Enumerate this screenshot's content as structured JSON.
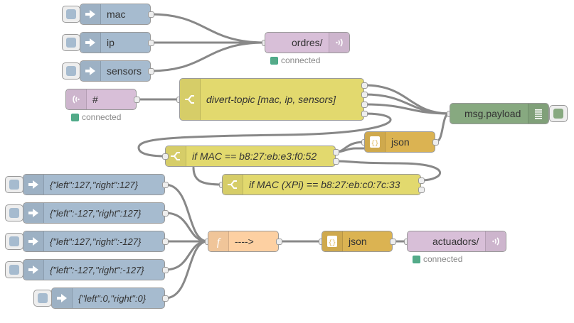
{
  "colors": {
    "inject": "#a6bbcf",
    "mqtt": "#d8bfd8",
    "switch": "#e2d96e",
    "json": "#dbb352",
    "function": "#fdd0a2",
    "debug": "#87a980",
    "status_connected": "#55aa88"
  },
  "inject_nodes": {
    "mac": "mac",
    "ip": "ip",
    "sensors": "sensors",
    "left_right_pos": "{\"left\":127,\"right\":127}",
    "left_neg": "{\"left\":-127,\"right\":127}",
    "right_neg": "{\"left\":127,\"right\":-127}",
    "both_neg": "{\"left\":-127,\"right\":-127}",
    "stop": "{\"left\":0,\"right\":0}"
  },
  "mqtt_out_ordres": {
    "label": "ordres/",
    "status": "connected"
  },
  "mqtt_in_hash": {
    "label": "#",
    "status": "connected"
  },
  "switch_divert": {
    "label": "divert-topic [mac, ip, sensors]"
  },
  "switch_mac": {
    "label": "if MAC == b8:27:eb:e3:f0:52"
  },
  "switch_xpi": {
    "label": "if MAC (XPi) == b8:27:eb:c0:7c:33"
  },
  "json_1": {
    "label": "json"
  },
  "json_2": {
    "label": "json"
  },
  "debug": {
    "label": "msg.payload"
  },
  "function": {
    "label": "---->"
  },
  "mqtt_out_actuadors": {
    "label": "actuadors/",
    "status": "connected"
  },
  "icons": {
    "inject": "arrow-in-icon",
    "mqtt": "radio-waves-icon",
    "switch": "switch-fork-icon",
    "json": "braces-icon",
    "function": "function-f-icon",
    "debug": "list-lines-icon"
  }
}
